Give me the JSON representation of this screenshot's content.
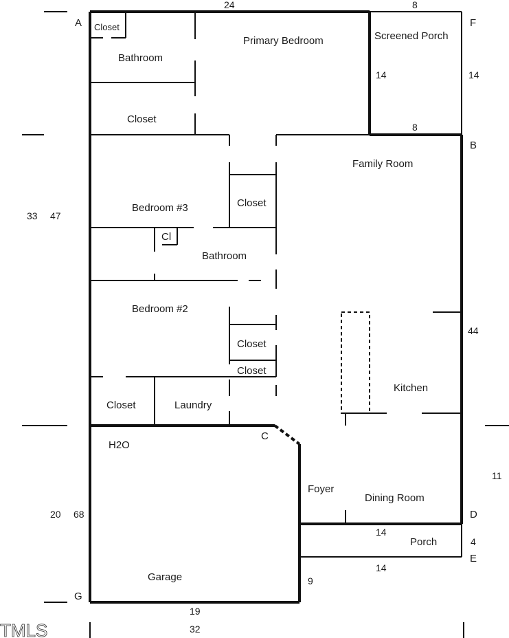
{
  "rooms": {
    "closet_top": "Closet",
    "bathroom_top": "Bathroom",
    "primary_bedroom": "Primary Bedroom",
    "screened_porch": "Screened Porch",
    "closet_primary": "Closet",
    "family_room": "Family Room",
    "bedroom3": "Bedroom #3",
    "closet_mid": "Closet",
    "cl": "Cl",
    "bathroom_mid": "Bathroom",
    "bedroom2": "Bedroom #2",
    "closet_b2a": "Closet",
    "closet_b2b": "Closet",
    "kitchen": "Kitchen",
    "closet_low": "Closet",
    "laundry": "Laundry",
    "h2o": "H2O",
    "foyer": "Foyer",
    "dining_room": "Dining Room",
    "porch": "Porch",
    "garage": "Garage"
  },
  "corners": {
    "a": "A",
    "b": "B",
    "c": "C",
    "d": "D",
    "e": "E",
    "f": "F",
    "g": "G"
  },
  "dimensions": {
    "top_24": "24",
    "top_8": "8",
    "porch_14_left": "14",
    "porch_14_right": "14",
    "porch_8_bottom": "8",
    "left_33": "33",
    "left_47": "47",
    "right_44": "44",
    "right_11": "11",
    "left_20": "20",
    "left_68": "68",
    "porch_14_top": "14",
    "porch_4": "4",
    "porch_14_bottom": "14",
    "garage_9": "9",
    "bottom_19": "19",
    "bottom_32": "32"
  },
  "watermark": "TMLS"
}
